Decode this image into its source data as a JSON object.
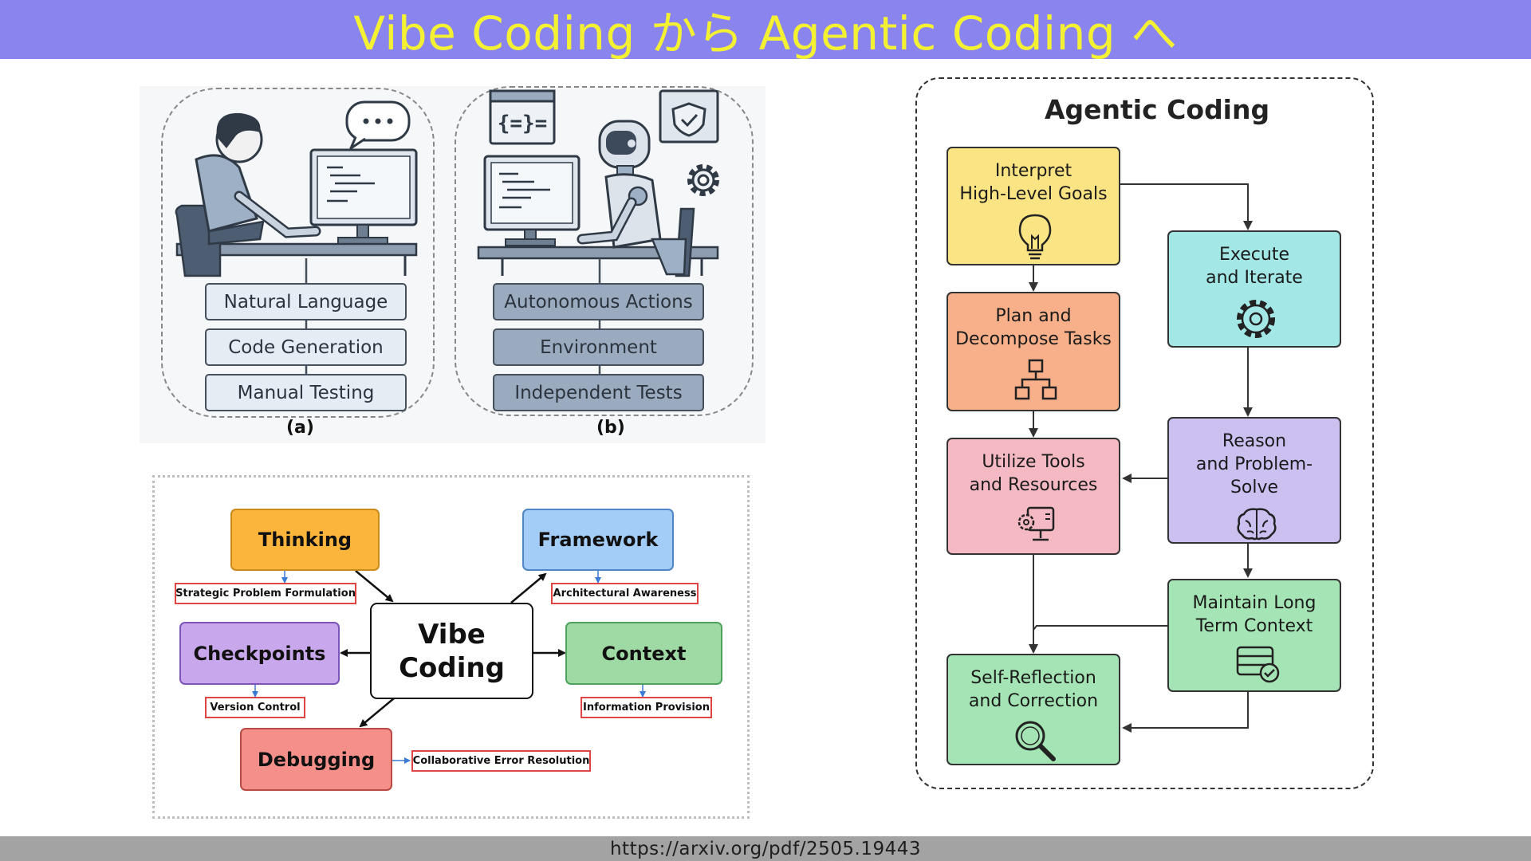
{
  "slide": {
    "title": "Vibe Coding から Agentic Coding へ",
    "source_url": "https://arxiv.org/pdf/2505.19443"
  },
  "panel_a": {
    "label": "(a)",
    "items": [
      "Natural Language",
      "Code Generation",
      "Manual Testing"
    ]
  },
  "panel_b": {
    "label": "(b)",
    "items": [
      "Autonomous Actions",
      "Environment",
      "Independent Tests"
    ],
    "code_icon_text": "{=}="
  },
  "vibe": {
    "center": "Vibe\nCoding",
    "nodes": [
      {
        "label": "Thinking",
        "note": "Strategic Problem Formulation",
        "color": "#fbb43c"
      },
      {
        "label": "Framework",
        "note": "Architectural Awareness",
        "color": "#a3cdf7"
      },
      {
        "label": "Checkpoints",
        "note": "Version Control",
        "color": "#c8a7ec"
      },
      {
        "label": "Context",
        "note": "Information Provision",
        "color": "#9fd9a3"
      },
      {
        "label": "Debugging",
        "note": "Collaborative Error Resolution",
        "color": "#f58f8a"
      }
    ]
  },
  "agentic": {
    "title": "Agentic Coding",
    "steps": [
      {
        "label": "Interpret\nHigh-Level Goals",
        "icon": "lightbulb-icon",
        "color": "#fbe483"
      },
      {
        "label": "Plan and\nDecompose Tasks",
        "icon": "hierarchy-icon",
        "color": "#f8b08a"
      },
      {
        "label": "Utilize Tools\nand Resources",
        "icon": "tools-monitor-icon",
        "color": "#f5b9c4"
      },
      {
        "label": "Self-Reflection\nand Correction",
        "icon": "magnifier-icon",
        "color": "#a5e4b4"
      },
      {
        "label": "Execute\nand Iterate",
        "icon": "gear-icon",
        "color": "#a3e7e7"
      },
      {
        "label": "Reason\nand Problem-\nSolve",
        "icon": "brain-icon",
        "color": "#ccc0f1"
      },
      {
        "label": "Maintain Long\nTerm Context",
        "icon": "database-check-icon",
        "color": "#a5e4b4"
      }
    ]
  }
}
